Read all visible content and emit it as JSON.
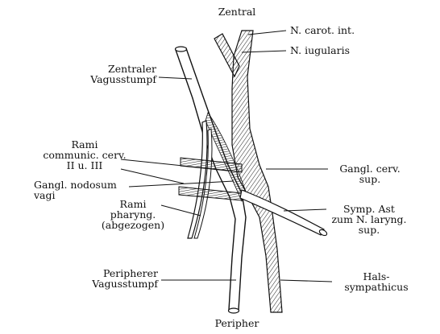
{
  "labels": {
    "zentral": "Zentral",
    "peripher": "Peripher",
    "n_carot_int": "N. carot. int.",
    "n_iugularis": "N. iugularis",
    "zentraler_vagusstumpf": [
      "Zentraler",
      "Vagusstumpf"
    ],
    "rami_communic": [
      "Rami",
      "communic. cerv.",
      "II u. III"
    ],
    "gangl_nodosum": [
      "Gangl. nodosum",
      "vagi"
    ],
    "rami_pharyng": [
      "Rami",
      "pharyng.",
      "(abgezogen)"
    ],
    "peripherer_vagusstumpf": [
      "Peripherer",
      "Vagusstumpf"
    ],
    "gangl_cerv_sup": [
      "Gangl. cerv.",
      "sup."
    ],
    "symp_ast": [
      "Symp. Ast",
      "zum N. laryng.",
      "sup."
    ],
    "halssympathicus": [
      "Hals-",
      "sympathicus"
    ]
  }
}
